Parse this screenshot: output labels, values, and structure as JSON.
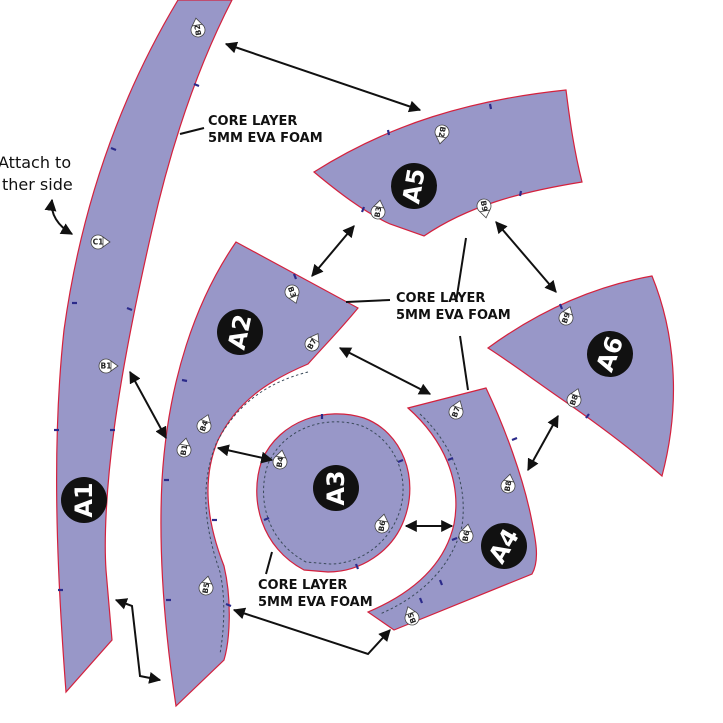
{
  "callouts": {
    "core_top": [
      "CORE LAYER",
      "5MM EVA FOAM"
    ],
    "core_mid": [
      "CORE LAYER",
      "5MM EVA FOAM"
    ],
    "core_bottom": [
      "CORE LAYER",
      "5MM EVA FOAM"
    ]
  },
  "note": [
    "Attach to",
    "ther side"
  ],
  "pieces": {
    "A1": "A1",
    "A2": "A2",
    "A3": "A3",
    "A4": "A4",
    "A5": "A5",
    "A6": "A6"
  },
  "markers": {
    "B2_a1": "B2",
    "C1": "C1",
    "B1_a1": "B1",
    "B3": "B3",
    "B7_a2": "B7",
    "B4_a2": "B4",
    "B1_a2": "B1",
    "B5_a2": "B5",
    "B4_a3": "B4",
    "B6_a3": "B6",
    "B7_a4": "B7",
    "B8_a4": "B8",
    "B6_a4": "B6",
    "B5_a4": "B5",
    "B2_a5": "B2",
    "B3_a5": "B3",
    "B9_a5": "B9",
    "B9_a6": "B9",
    "B8_a6": "B8"
  },
  "colors": {
    "piece_fill": "#9897c8",
    "piece_outline": "#d4213d",
    "notch": "#2b2a8a",
    "badge": "#111111"
  }
}
